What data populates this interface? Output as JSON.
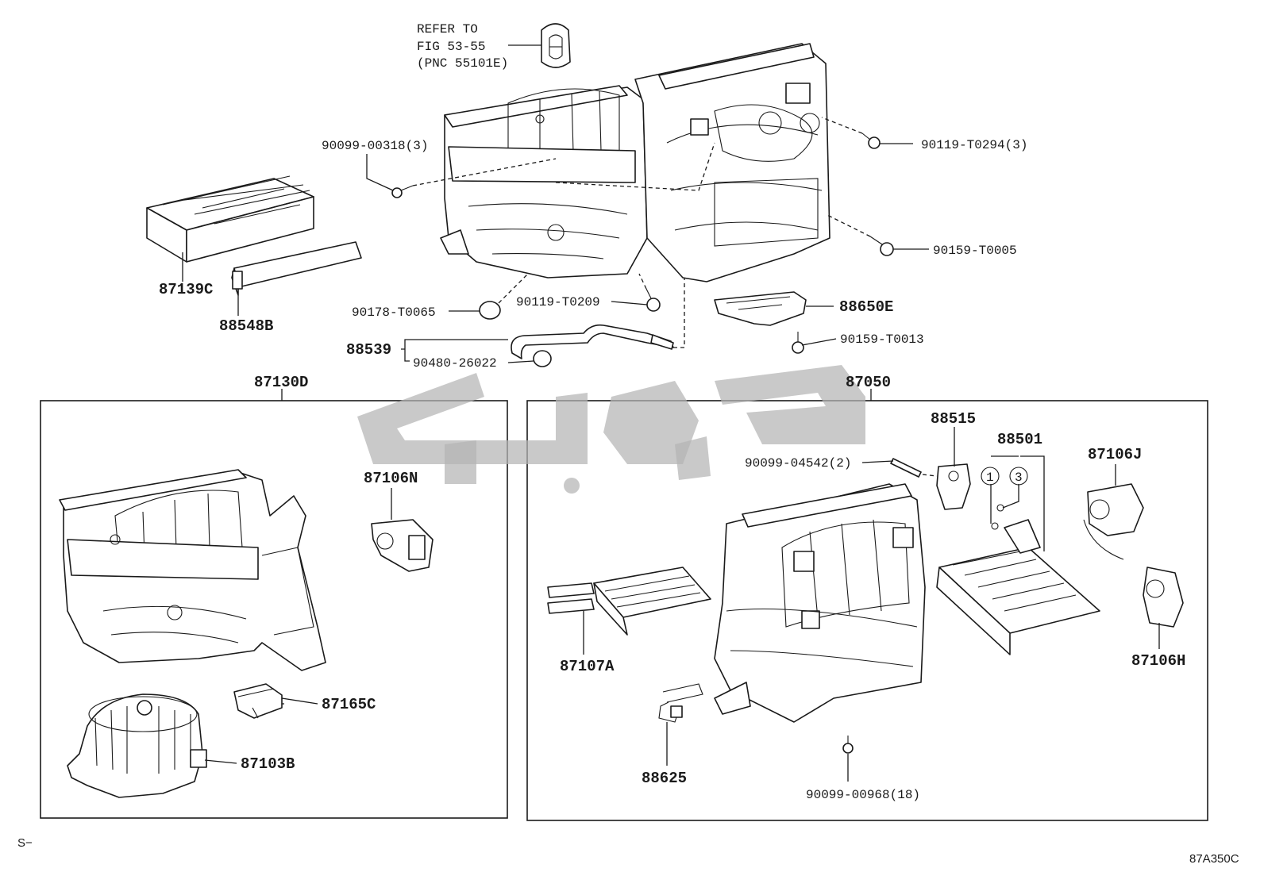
{
  "refer_note": {
    "line1": "REFER TO",
    "line2": "FIG 53-55",
    "line3": "(PNC 55101E)"
  },
  "labels": {
    "p90099_00318": "90099-00318(3)",
    "p90119_T0294": "90119-T0294(3)",
    "p90159_T0005": "90159-T0005",
    "p87139C": "87139C",
    "p88548B": "88548B",
    "p90178_T0065": "90178-T0065",
    "p90119_T0209": "90119-T0209",
    "p88650E": "88650E",
    "p90159_T0013": "90159-T0013",
    "p88539": "88539",
    "p90480_26022": "90480-26022"
  },
  "left_group": {
    "title": "87130D",
    "p87106N": "87106N",
    "p87165C": "87165C",
    "p87103B": "87103B"
  },
  "right_group": {
    "title": "87050",
    "p88515": "88515",
    "p90099_04542": "90099-04542(2)",
    "p88501": "88501",
    "circle1": "1",
    "circle3": "3",
    "p87106J": "87106J",
    "p87106H": "87106H",
    "p87107A": "87107A",
    "p88625": "88625",
    "p90099_00968": "90099-00968(18)"
  },
  "corner": {
    "bottom_left": "S−",
    "bottom_right": "87A350C"
  },
  "colors": {
    "line": "#1a1a1a",
    "watermark": "#b4b4b4",
    "background": "#ffffff"
  }
}
